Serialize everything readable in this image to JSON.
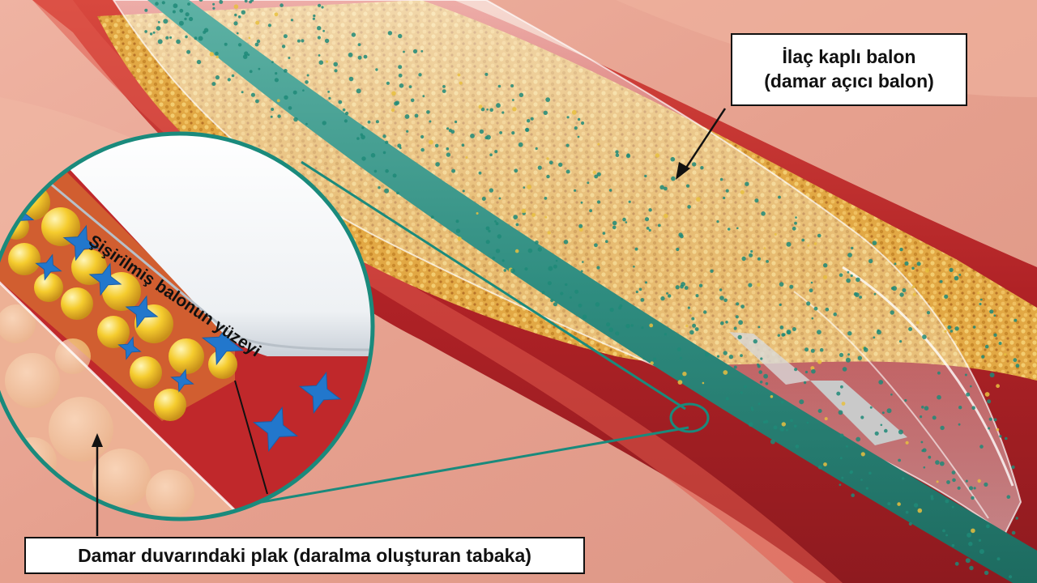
{
  "labels": {
    "drug_coated_balloon_line1": "İlaç kaplı balon",
    "drug_coated_balloon_line2": "(damar açıcı balon)",
    "plaque": "Damar duvarındaki plak (daralma oluşturan tabaka)",
    "balloon_surface": "Şişirilmiş balonun yüzeyi"
  },
  "colors": {
    "tissue": "#e8a898",
    "vessel_wall": "#b8262a",
    "plaque": "#e2a844",
    "drug_particles": "#1f8a78",
    "catheter": "#2f8d80",
    "zoom_ring": "#1a8a7c",
    "drug_crystals": "#2277cc",
    "lipid_globules": "#f2c23a"
  }
}
